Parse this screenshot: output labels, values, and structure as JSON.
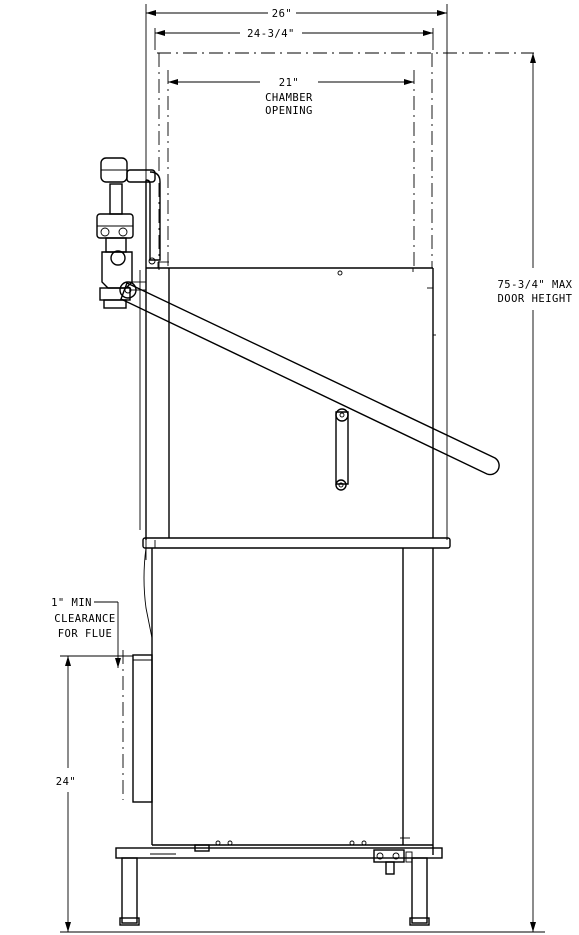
{
  "dimensions": {
    "overall_width": "26\"",
    "door_width": "24-3/4\"",
    "chamber_width": "21\"",
    "chamber_label_1": "CHAMBER",
    "chamber_label_2": "OPENING",
    "door_height": "75-3/4\" MAX",
    "door_height_label": "DOOR HEIGHT",
    "clearance_1": "1\" MIN",
    "clearance_2": "CLEARANCE",
    "clearance_3": "FOR FLUE",
    "base_height": "24\""
  }
}
